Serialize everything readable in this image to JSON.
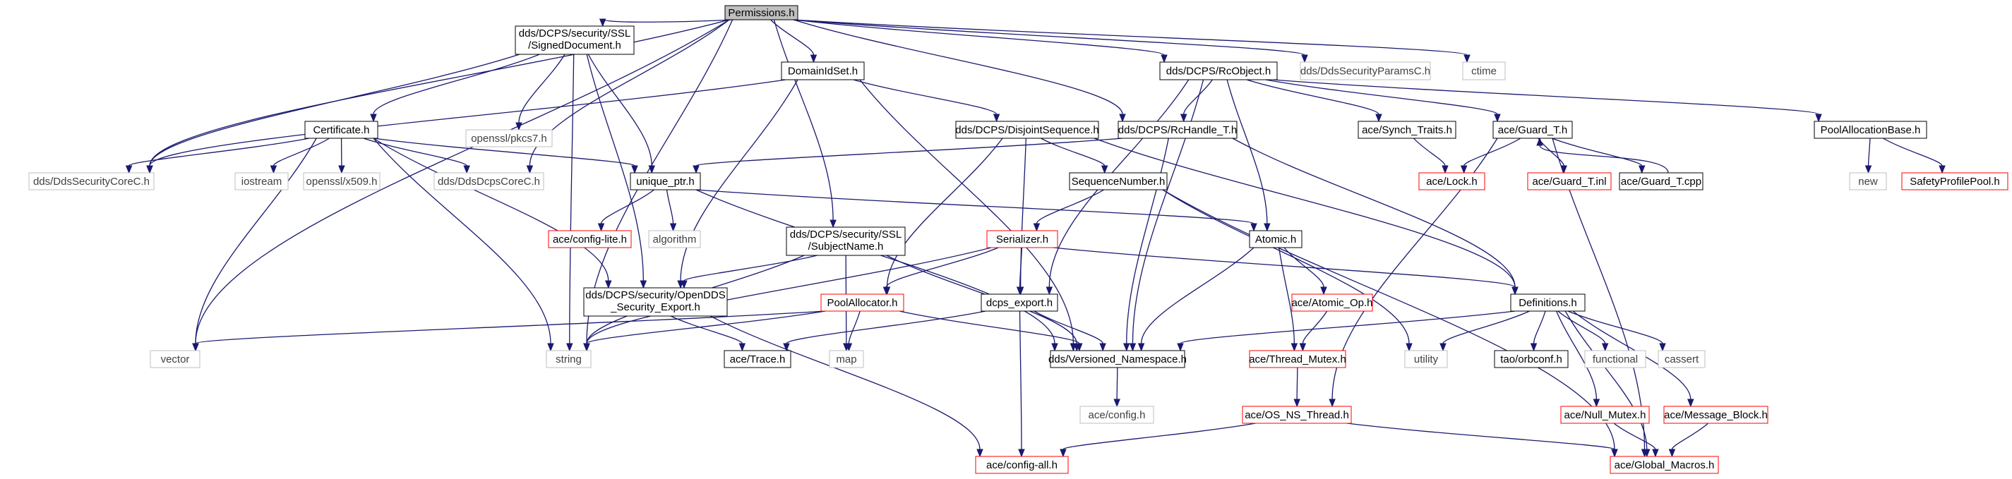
{
  "colors": {
    "edge": "#191970",
    "focus_fill": "#bfbfbf",
    "black_border": "#000000",
    "red_border": "#ff0000",
    "gray_border": "#bfbfbf",
    "text_normal": "#000000",
    "text_gray": "#404040"
  },
  "nodes": [
    {
      "id": "permissions",
      "lines": [
        "Permissions.h"
      ],
      "kind": "focus"
    },
    {
      "id": "signed_doc",
      "lines": [
        "dds/DCPS/security/SSL",
        "/SignedDocument.h"
      ],
      "kind": "black"
    },
    {
      "id": "domain_id_set",
      "lines": [
        "DomainIdSet.h"
      ],
      "kind": "black"
    },
    {
      "id": "rc_object",
      "lines": [
        "dds/DCPS/RcObject.h"
      ],
      "kind": "black"
    },
    {
      "id": "security_params",
      "lines": [
        "dds/DdsSecurityParamsC.h"
      ],
      "kind": "gray"
    },
    {
      "id": "ctime",
      "lines": [
        "ctime"
      ],
      "kind": "gray"
    },
    {
      "id": "certificate",
      "lines": [
        "Certificate.h"
      ],
      "kind": "black"
    },
    {
      "id": "pkcs7",
      "lines": [
        "openssl/pkcs7.h"
      ],
      "kind": "gray"
    },
    {
      "id": "disjoint_seq",
      "lines": [
        "dds/DCPS/DisjointSequence.h"
      ],
      "kind": "black"
    },
    {
      "id": "rc_handle",
      "lines": [
        "dds/DCPS/RcHandle_T.h"
      ],
      "kind": "black"
    },
    {
      "id": "synch_traits",
      "lines": [
        "ace/Synch_Traits.h"
      ],
      "kind": "black"
    },
    {
      "id": "guard_t",
      "lines": [
        "ace/Guard_T.h"
      ],
      "kind": "black"
    },
    {
      "id": "pool_alloc_base",
      "lines": [
        "PoolAllocationBase.h"
      ],
      "kind": "black"
    },
    {
      "id": "security_core",
      "lines": [
        "dds/DdsSecurityCoreC.h"
      ],
      "kind": "gray"
    },
    {
      "id": "iostream",
      "lines": [
        "iostream"
      ],
      "kind": "gray"
    },
    {
      "id": "x509",
      "lines": [
        "openssl/x509.h"
      ],
      "kind": "gray"
    },
    {
      "id": "dcps_core",
      "lines": [
        "dds/DdsDcpsCoreC.h"
      ],
      "kind": "gray"
    },
    {
      "id": "unique_ptr",
      "lines": [
        "unique_ptr.h"
      ],
      "kind": "black"
    },
    {
      "id": "sequence_number",
      "lines": [
        "SequenceNumber.h"
      ],
      "kind": "black"
    },
    {
      "id": "lock",
      "lines": [
        "ace/Lock.h"
      ],
      "kind": "red"
    },
    {
      "id": "guard_inl",
      "lines": [
        "ace/Guard_T.inl"
      ],
      "kind": "red"
    },
    {
      "id": "guard_cpp",
      "lines": [
        "ace/Guard_T.cpp"
      ],
      "kind": "black"
    },
    {
      "id": "new",
      "lines": [
        "new"
      ],
      "kind": "gray"
    },
    {
      "id": "safety_pool",
      "lines": [
        "SafetyProfilePool.h"
      ],
      "kind": "red"
    },
    {
      "id": "config_lite",
      "lines": [
        "ace/config-lite.h"
      ],
      "kind": "red"
    },
    {
      "id": "algorithm",
      "lines": [
        "algorithm"
      ],
      "kind": "gray"
    },
    {
      "id": "subject_name",
      "lines": [
        "dds/DCPS/security/SSL",
        "/SubjectName.h"
      ],
      "kind": "black"
    },
    {
      "id": "serializer",
      "lines": [
        "Serializer.h"
      ],
      "kind": "red"
    },
    {
      "id": "atomic",
      "lines": [
        "Atomic.h"
      ],
      "kind": "black"
    },
    {
      "id": "opendds_export",
      "lines": [
        "dds/DCPS/security/OpenDDS",
        "_Security_Export.h"
      ],
      "kind": "black"
    },
    {
      "id": "pool_allocator",
      "lines": [
        "PoolAllocator.h"
      ],
      "kind": "red"
    },
    {
      "id": "dcps_export",
      "lines": [
        "dcps_export.h"
      ],
      "kind": "black"
    },
    {
      "id": "atomic_op",
      "lines": [
        "ace/Atomic_Op.h"
      ],
      "kind": "red"
    },
    {
      "id": "definitions",
      "lines": [
        "Definitions.h"
      ],
      "kind": "black"
    },
    {
      "id": "vector",
      "lines": [
        "vector"
      ],
      "kind": "gray"
    },
    {
      "id": "string",
      "lines": [
        "string"
      ],
      "kind": "gray"
    },
    {
      "id": "ace_trace",
      "lines": [
        "ace/Trace.h"
      ],
      "kind": "black"
    },
    {
      "id": "map",
      "lines": [
        "map"
      ],
      "kind": "gray"
    },
    {
      "id": "versioned_ns",
      "lines": [
        "dds/Versioned_Namespace.h"
      ],
      "kind": "black"
    },
    {
      "id": "thread_mutex",
      "lines": [
        "ace/Thread_Mutex.h"
      ],
      "kind": "red"
    },
    {
      "id": "utility",
      "lines": [
        "utility"
      ],
      "kind": "gray"
    },
    {
      "id": "orbconf",
      "lines": [
        "tao/orbconf.h"
      ],
      "kind": "black"
    },
    {
      "id": "functional",
      "lines": [
        "functional"
      ],
      "kind": "gray"
    },
    {
      "id": "cassert",
      "lines": [
        "cassert"
      ],
      "kind": "gray"
    },
    {
      "id": "ace_config",
      "lines": [
        "ace/config.h"
      ],
      "kind": "gray"
    },
    {
      "id": "os_ns_thread",
      "lines": [
        "ace/OS_NS_Thread.h"
      ],
      "kind": "red"
    },
    {
      "id": "null_mutex",
      "lines": [
        "ace/Null_Mutex.h"
      ],
      "kind": "red"
    },
    {
      "id": "message_block",
      "lines": [
        "ace/Message_Block.h"
      ],
      "kind": "red"
    },
    {
      "id": "config_all",
      "lines": [
        "ace/config-all.h"
      ],
      "kind": "red"
    },
    {
      "id": "global_macros",
      "lines": [
        "ace/Global_Macros.h"
      ],
      "kind": "red"
    }
  ],
  "edges": [
    [
      "permissions",
      "signed_doc"
    ],
    [
      "permissions",
      "domain_id_set"
    ],
    [
      "permissions",
      "rc_object"
    ],
    [
      "permissions",
      "security_params"
    ],
    [
      "permissions",
      "ctime"
    ],
    [
      "permissions",
      "security_core"
    ],
    [
      "permissions",
      "dcps_core"
    ],
    [
      "permissions",
      "vector"
    ],
    [
      "permissions",
      "string"
    ],
    [
      "permissions",
      "subject_name"
    ],
    [
      "permissions",
      "rc_handle"
    ],
    [
      "signed_doc",
      "certificate"
    ],
    [
      "signed_doc",
      "pkcs7"
    ],
    [
      "signed_doc",
      "security_core"
    ],
    [
      "signed_doc",
      "unique_ptr"
    ],
    [
      "signed_doc",
      "opendds_export"
    ],
    [
      "signed_doc",
      "string"
    ],
    [
      "domain_id_set",
      "disjoint_seq"
    ],
    [
      "domain_id_set",
      "security_core"
    ],
    [
      "domain_id_set",
      "opendds_export"
    ],
    [
      "domain_id_set",
      "versioned_ns"
    ],
    [
      "rc_object",
      "rc_handle"
    ],
    [
      "rc_object",
      "synch_traits"
    ],
    [
      "rc_object",
      "guard_t"
    ],
    [
      "rc_object",
      "pool_alloc_base"
    ],
    [
      "rc_object",
      "atomic"
    ],
    [
      "rc_object",
      "dcps_export"
    ],
    [
      "rc_object",
      "versioned_ns"
    ],
    [
      "certificate",
      "security_core"
    ],
    [
      "certificate",
      "iostream"
    ],
    [
      "certificate",
      "x509"
    ],
    [
      "certificate",
      "dcps_core"
    ],
    [
      "certificate",
      "unique_ptr"
    ],
    [
      "certificate",
      "opendds_export"
    ],
    [
      "certificate",
      "vector"
    ],
    [
      "certificate",
      "string"
    ],
    [
      "disjoint_seq",
      "sequence_number"
    ],
    [
      "disjoint_seq",
      "pool_allocator"
    ],
    [
      "disjoint_seq",
      "dcps_export"
    ],
    [
      "disjoint_seq",
      "definitions"
    ],
    [
      "rc_handle",
      "unique_ptr"
    ],
    [
      "rc_handle",
      "versioned_ns"
    ],
    [
      "rc_handle",
      "definitions"
    ],
    [
      "synch_traits",
      "lock"
    ],
    [
      "guard_t",
      "lock"
    ],
    [
      "guard_t",
      "guard_inl"
    ],
    [
      "guard_t",
      "guard_cpp"
    ],
    [
      "guard_t",
      "os_ns_thread"
    ],
    [
      "guard_t",
      "global_macros"
    ],
    [
      "guard_cpp",
      "guard_t"
    ],
    [
      "pool_alloc_base",
      "new"
    ],
    [
      "pool_alloc_base",
      "safety_pool"
    ],
    [
      "unique_ptr",
      "config_lite"
    ],
    [
      "unique_ptr",
      "algorithm"
    ],
    [
      "unique_ptr",
      "atomic"
    ],
    [
      "unique_ptr",
      "versioned_ns"
    ],
    [
      "sequence_number",
      "serializer"
    ],
    [
      "sequence_number",
      "utility"
    ],
    [
      "sequence_number",
      "global_macros"
    ],
    [
      "subject_name",
      "opendds_export"
    ],
    [
      "subject_name",
      "string"
    ],
    [
      "subject_name",
      "map"
    ],
    [
      "subject_name",
      "versioned_ns"
    ],
    [
      "serializer",
      "pool_allocator"
    ],
    [
      "serializer",
      "dcps_export"
    ],
    [
      "serializer",
      "string"
    ],
    [
      "serializer",
      "definitions"
    ],
    [
      "atomic",
      "atomic_op"
    ],
    [
      "atomic",
      "thread_mutex"
    ],
    [
      "atomic",
      "versioned_ns"
    ],
    [
      "opendds_export",
      "ace_trace"
    ],
    [
      "opendds_export",
      "config_all"
    ],
    [
      "pool_allocator",
      "vector"
    ],
    [
      "pool_allocator",
      "string"
    ],
    [
      "pool_allocator",
      "map"
    ],
    [
      "pool_allocator",
      "versioned_ns"
    ],
    [
      "dcps_export",
      "ace_trace"
    ],
    [
      "dcps_export",
      "config_all"
    ],
    [
      "dcps_export",
      "versioned_ns"
    ],
    [
      "atomic_op",
      "thread_mutex"
    ],
    [
      "definitions",
      "versioned_ns"
    ],
    [
      "definitions",
      "utility"
    ],
    [
      "definitions",
      "orbconf"
    ],
    [
      "definitions",
      "functional"
    ],
    [
      "definitions",
      "cassert"
    ],
    [
      "definitions",
      "null_mutex"
    ],
    [
      "definitions",
      "message_block"
    ],
    [
      "definitions",
      "global_macros"
    ],
    [
      "versioned_ns",
      "ace_config"
    ],
    [
      "thread_mutex",
      "os_ns_thread"
    ],
    [
      "os_ns_thread",
      "config_all"
    ],
    [
      "os_ns_thread",
      "global_macros"
    ],
    [
      "null_mutex",
      "global_macros"
    ],
    [
      "message_block",
      "global_macros"
    ]
  ]
}
